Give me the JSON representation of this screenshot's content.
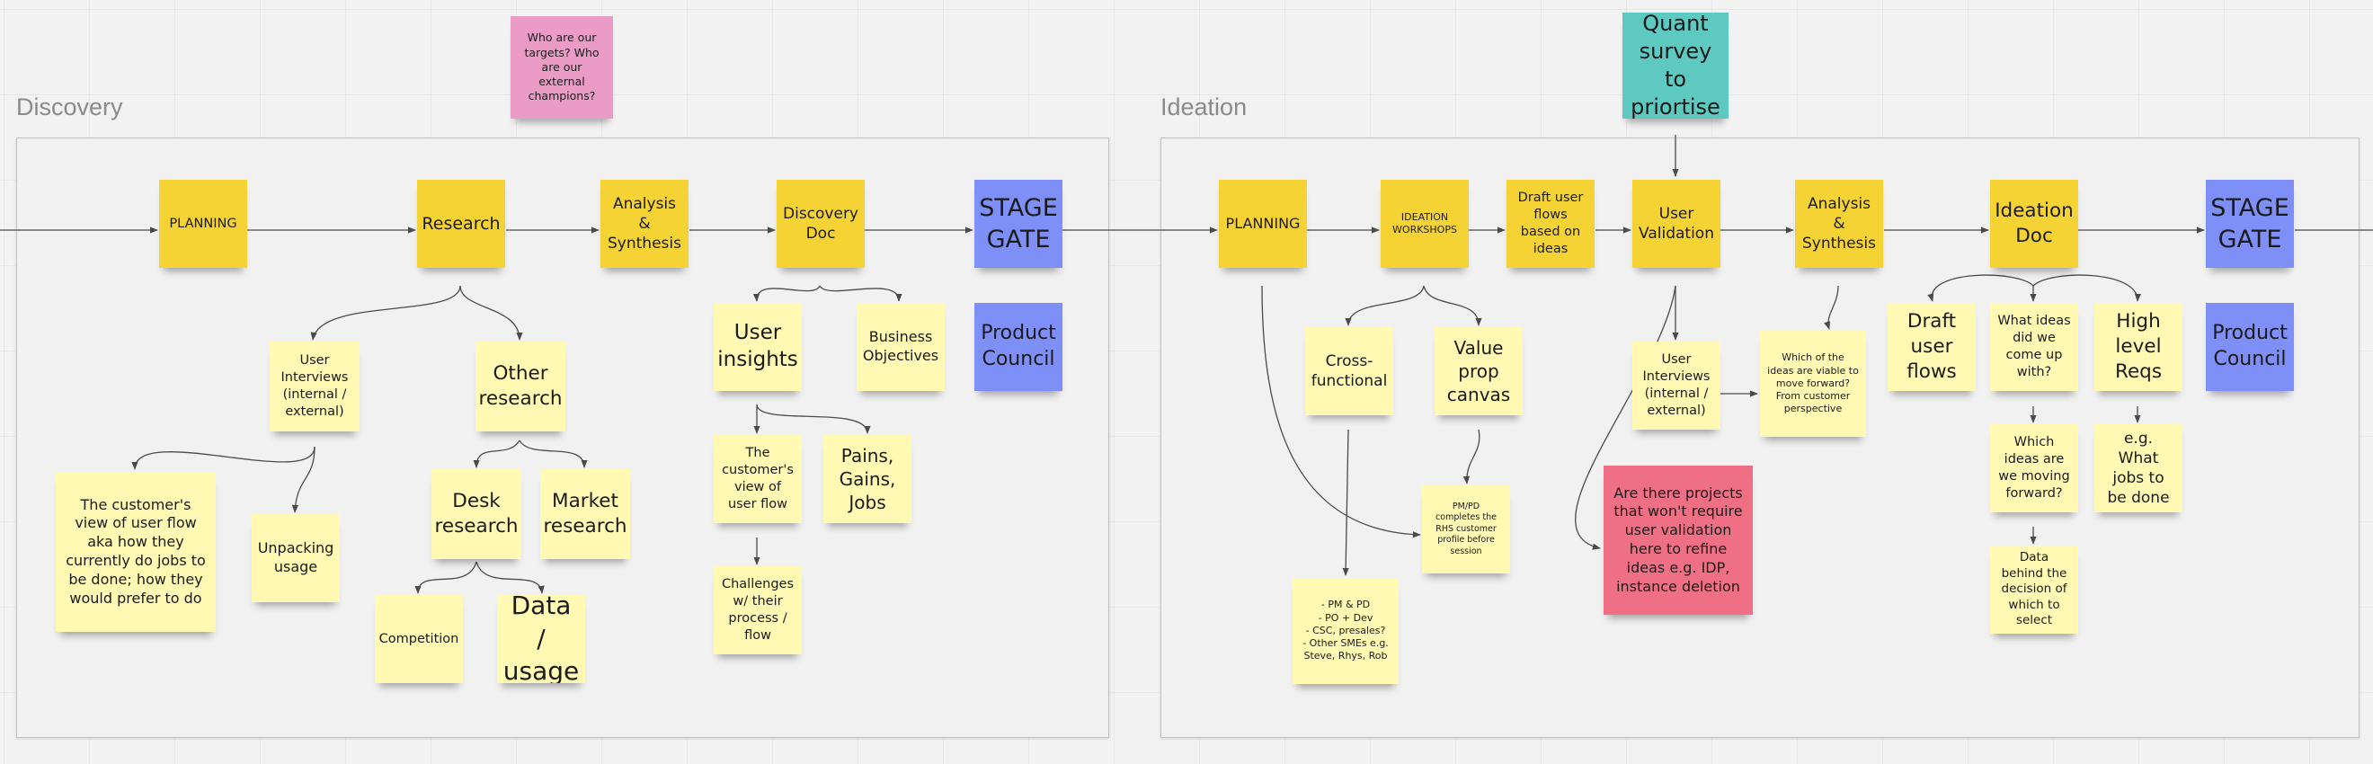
{
  "frames": {
    "discovery_label": "Discovery",
    "ideation_label": "Ideation"
  },
  "colors": {
    "stage_note": "#f6d334",
    "detail_note": "#fff9b4",
    "gate_note": "#7e8ff7",
    "question_note": "#eb9cc6",
    "survey_note": "#5dc9c0",
    "warning_note": "#ef6f85",
    "connector": "#4a4a4a"
  },
  "discovery": {
    "targets_question": "Who are our targets? Who are our external champions?",
    "planning": "PLANNING",
    "research": "Research",
    "analysis": "Analysis & Synthesis",
    "discovery_doc": "Discovery Doc",
    "stage_gate": "STAGE GATE",
    "product_council": "Product Council",
    "user_interviews": "User Interviews (internal / external)",
    "other_research": "Other research",
    "customer_view": "The customer's view of user flow aka how they currently do jobs to be done; how they would prefer to do",
    "unpacking_usage": "Unpacking usage",
    "desk_research": "Desk research",
    "market_research": "Market research",
    "competition": "Competition",
    "data_usage": "Data / usage",
    "user_insights": "User insights",
    "business_objectives": "Business Objectives",
    "customers_view_flow": "The customer's view of user flow",
    "pains_gains_jobs": "Pains, Gains, Jobs",
    "challenges": "Challenges w/ their process / flow"
  },
  "ideation": {
    "quant_survey": "Quant survey to priortise",
    "planning": "PLANNING",
    "workshops": "IDEATION WORKSHOPS",
    "draft_flows_ideas": "Draft user flows based on ideas",
    "user_validation": "User Validation",
    "analysis": "Analysis & Synthesis",
    "ideation_doc": "Ideation Doc",
    "stage_gate": "STAGE GATE",
    "product_council": "Product Council",
    "cross_functional": "Cross-functional",
    "value_prop": "Value prop canvas",
    "pm_pd_profile": "PM/PD completes the RHS customer profile before session",
    "attendees": "- PM & PD\n- PO + Dev\n- CSC, presales?\n- Other SMEs e.g. Steve, Rhys, Rob",
    "user_interviews": "User Interviews (internal / external)",
    "projects_warning": "Are there projects that won't require user validation here to refine ideas e.g. IDP, instance deletion",
    "viable_ideas": "Which of the ideas are viable to move forward? From customer perspective",
    "draft_user_flows": "Draft user flows",
    "what_ideas": "What ideas did we come up with?",
    "high_level_reqs": "High level Reqs",
    "moving_forward": "Which ideas are we moving forward?",
    "jobs_to_be_done": "e.g. What jobs to be done",
    "decision_data": "Data behind the decision of which to select"
  }
}
